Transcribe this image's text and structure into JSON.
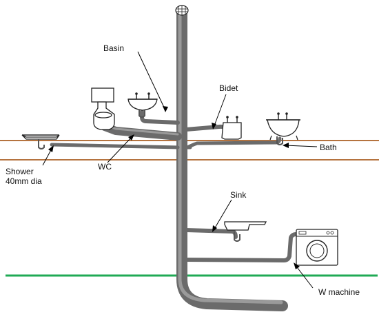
{
  "labels": {
    "basin": "Basin",
    "bidet": "Bidet",
    "bath": "Bath",
    "shower_line1": "Shower",
    "shower_line2": "40mm dia",
    "wc": "WC",
    "sink": "Sink",
    "w_machine": "W machine"
  },
  "colors": {
    "floor_joist": "#b5733f",
    "ground_line": "#1faa55",
    "pipe": "#6b6b6b",
    "pipe_highlight": "#9a9a9a"
  },
  "icons": [
    "vent-cowl-icon",
    "wc-toilet-icon",
    "basin-icon",
    "bidet-icon",
    "bath-icon",
    "shower-tray-icon",
    "sink-icon",
    "washing-machine-icon"
  ]
}
